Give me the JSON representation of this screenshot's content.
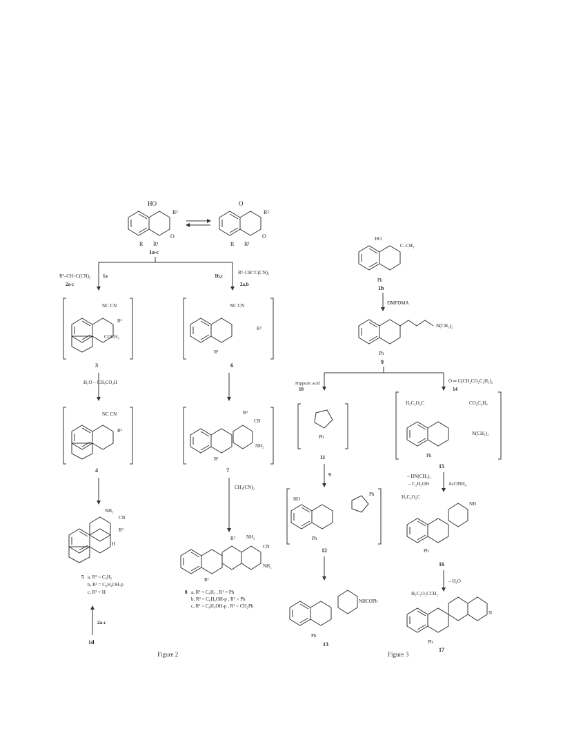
{
  "figure2": {
    "caption": "Figure 2",
    "labels": {
      "HO_top": "HO",
      "R2_top": "R²",
      "R_left": "R",
      "R1_left": "R¹",
      "O_left": "O",
      "O_keto": "O",
      "R2_keto": "R²",
      "R_right": "R",
      "R1_right": "R¹",
      "O_right": "O",
      "c1abc": "1a-c",
      "reagent_left_formula": "R³–CH=C(CN)₂",
      "c2ac": "2a-c",
      "cond_1a": "1a",
      "cond_1bc": "1b,c",
      "reagent_right_formula": "R³–CH=C(CN)₂",
      "c2ab": "2a,b",
      "c3": "3",
      "c3_cn": "NC   CN",
      "c3_cocH3": "COCH₃",
      "c3_R3": "R³",
      "c6": "6",
      "c6_cn": "NC   CN",
      "c6_R3": "R³",
      "c6_R1": "R¹",
      "cond_3_4": "H₂O  – CH₃CO₂H",
      "c4": "4",
      "c4_cn": "NC   CN",
      "c4_R3": "R³",
      "c7": "7",
      "c7_R3": "R³",
      "c7_CN": "CN",
      "c7_NH2": "NH₂",
      "c7_R1": "R¹",
      "cond_7_8": "CH₂(CN)₂",
      "c5_NH2": "NH₂",
      "c5_CN": "CN",
      "c5_R3": "R³",
      "c5_H": "H",
      "c5": "5",
      "c5a": "a, R³ = C₆H₅",
      "c5b": "b, R³ = C₆H₄OH-p",
      "c5c": "c, R³ = H",
      "c8_NH2a": "NH₂",
      "c8_CN": "CN",
      "c8_NH2b": "NH₂",
      "c8_R3": "R³",
      "c8_R1": "R¹",
      "c8": "8",
      "c8a": "a, R³ = C₆H₅       , R¹ = Ph",
      "c8b": "b, R³ = C₆H₄OH-p  , R¹ = Ph",
      "c8c": "c, R³ = C₆H₄OH-p  , R¹ = CH₂Ph",
      "cond_1d": "2a-c",
      "c1d": "1d"
    }
  },
  "figure3": {
    "caption": "Figure 3",
    "labels": {
      "c1b": "1b",
      "c1b_HO": "HO",
      "c1b_acetyl": "C–CH₃",
      "c1b_Ph": "Ph",
      "cond_dmfdma": "DMFDMA",
      "c9": "9",
      "c9_NMe2": "N(CH₃)₂",
      "c9_Ph": "Ph",
      "reagent_10": "Hippuric acid",
      "c10": "10",
      "reagent_14": "O ═ C(CH₂CO₂C₂H₅)₂",
      "c14": "14",
      "c11": "11",
      "c11_Ph": "Ph",
      "cond_9": "9",
      "c12": "12",
      "c12_HO": "HO",
      "c12_Ph": "Ph",
      "c12_Ph2": "Ph",
      "c13": "13",
      "c13_NHCOPh": "NHCOPh",
      "c13_Ph": "Ph",
      "c15": "15",
      "c15_ester": "H₅C₂O₂C",
      "c15_CO2Et": "CO₂C₂H₅",
      "c15_NMe2": "N(CH₃)₂",
      "c15_Ph": "Ph",
      "cond_15_16a": "– HN(CH₃)₂",
      "cond_15_16b": "– C₂H₅OH",
      "cond_15_16c": "AcONH₄",
      "c16": "16",
      "c16_ester": "H₅C₂O₂C",
      "c16_NH": "NH",
      "c16_Ph": "Ph",
      "cond_16_17": "– H₂O",
      "c17": "17",
      "c17_ester": "H₅C₂O₂CCH₂",
      "c17_Ph": "Ph",
      "c17_N": "N"
    }
  }
}
